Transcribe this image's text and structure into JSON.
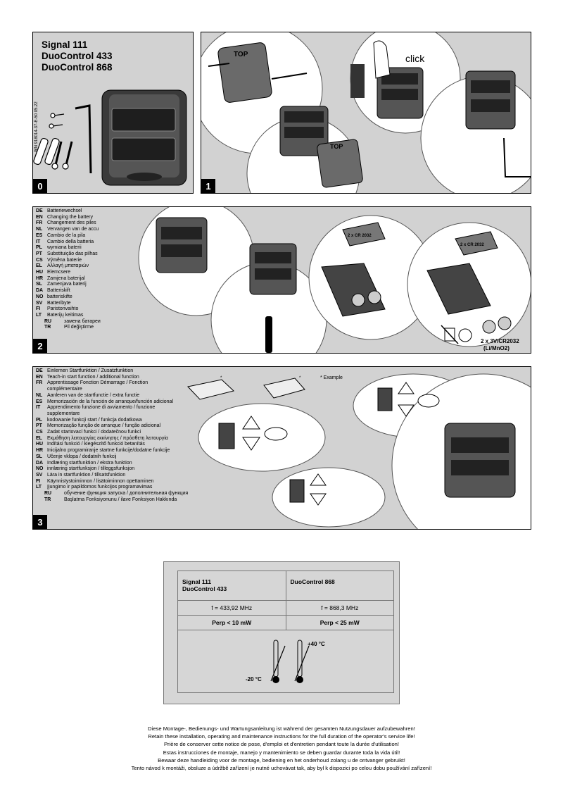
{
  "doc_code": "WN 918014-37-E-50 05.22",
  "models": [
    "Signal 111",
    "DuoControl 433",
    "DuoControl 868"
  ],
  "steps": [
    "0",
    "1",
    "2",
    "3"
  ],
  "labels": {
    "top": "TOP",
    "click": "click",
    "battery_label": "2 x CR 2032",
    "battery_spec": "2 x 3V/CR2032",
    "battery_chem": "(Li/MnO2)",
    "example": "* Example",
    "star": "*"
  },
  "section2_langs": [
    {
      "code": "DE",
      "text": "Batteriewechsel"
    },
    {
      "code": "EN",
      "text": "Changing the battery"
    },
    {
      "code": "FR",
      "text": "Changement des piles"
    },
    {
      "code": "NL",
      "text": "Vervangen van de accu"
    },
    {
      "code": "ES",
      "text": "Cambio de la pila"
    },
    {
      "code": "IT",
      "text": "Cambio della batteria"
    },
    {
      "code": "PL",
      "text": "wymiana baterii"
    },
    {
      "code": "PT",
      "text": "Substituição das pilhas"
    },
    {
      "code": "CS",
      "text": "Výměna baterie"
    },
    {
      "code": "EL",
      "text": "Αλλαγή μπαταριών"
    },
    {
      "code": "HU",
      "text": "Elemcsere"
    },
    {
      "code": "HR",
      "text": "Zamjena baterijal"
    },
    {
      "code": "SL",
      "text": "Zamenjava baterij"
    },
    {
      "code": "DA",
      "text": "Batteriskift"
    },
    {
      "code": "NO",
      "text": "batteriskifte"
    },
    {
      "code": "SV",
      "text": "Batteribyte"
    },
    {
      "code": "FI",
      "text": "Paristonvaihto"
    },
    {
      "code": "LT",
      "text": "Baterijų keitimas"
    },
    {
      "code": "RU",
      "text": "замена батареи"
    },
    {
      "code": "TR",
      "text": "Pil değiştirme"
    }
  ],
  "section3_langs": [
    {
      "code": "DE",
      "text": "Einlernen Startfunktion / Zusatzfunktion"
    },
    {
      "code": "EN",
      "text": "Teach-in start function / additional function"
    },
    {
      "code": "FR",
      "text": "Apprentissage Fonction Démarrage / Fonction"
    },
    {
      "code": "",
      "text": "complémentaire"
    },
    {
      "code": "NL",
      "text": "Aanleren van de startfunctie / extra functie"
    },
    {
      "code": "ES",
      "text": "Memorización de la función de arranque/función adicional"
    },
    {
      "code": "IT",
      "text": "Apprendimento funzione di avviamento / funzione"
    },
    {
      "code": "",
      "text": "supplementare"
    },
    {
      "code": "PL",
      "text": "kodowanie funkcji start / funkcja dodatkowa"
    },
    {
      "code": "PT",
      "text": "Memorização função de arranque / função adicional"
    },
    {
      "code": "CS",
      "text": "Zadat startovací funkci / dodatečnou funkci"
    },
    {
      "code": "EL",
      "text": "Εκμάθηση λειτουργίας εκκίνησης / πρόσθετη λειτουργία"
    },
    {
      "code": "HU",
      "text": "Indítási funkció / kiegészítő funkció betanítás"
    },
    {
      "code": "HR",
      "text": "Inicijalno programiranje startne funkcije/dodatne funkcije"
    },
    {
      "code": "SL",
      "text": "Učenje vklopa / dodatnih funkcij"
    },
    {
      "code": "DA",
      "text": "Indlæring startfunktion / ekstra funktion"
    },
    {
      "code": "NO",
      "text": "innlæring startfunksjon / tilleggsfunksjon"
    },
    {
      "code": "SV",
      "text": "Lära in startfunktion / tillsatsfunktion"
    },
    {
      "code": "FI",
      "text": "Käynnistystoiminnon / lisätoiminnon opettaminen"
    },
    {
      "code": "LT",
      "text": "Įjungimo ir papildomos funkcijos programavimas"
    },
    {
      "code": "RU",
      "text": "обучение функция запуска / дополнительная функция"
    },
    {
      "code": "TR",
      "text": "Başlatma Fonksiyonunu / ilave Fonksiyon Hakkında"
    }
  ],
  "spec_table": {
    "col1_title_1": "Signal 111",
    "col1_title_2": "DuoControl 433",
    "col2_title": "DuoControl 868",
    "freq_1": "f = 433,92 MHz",
    "freq_2": "f = 868,3 MHz",
    "power_1": "Perp < 10 mW",
    "power_2": "Perp < 25 mW",
    "temp_low": "-20 °C",
    "temp_high": "+40 °C"
  },
  "footer": [
    "Diese Montage-, Bedienungs- und Wartungsanleitung ist während der gesamten Nutzungsdauer aufzubewahren!",
    "Retain these installation, operating and maintenance instructions for the full duration of the operator's service life!",
    "Prière de conserver cette notice de pose, d'emploi et d'entretien pendant toute la durée d'utilisation!",
    "Estas instrucciones de montaje, manejo y mantenimiento se deben guardar durante toda la vida útil!",
    "Bewaar deze handleiding voor de montage, bediening en het onderhoud zolang u de ontvanger gebruikt!",
    "Tento návod k montáži, obsluze a údržbě zařízení je nutné uchovávat tak, aby byl k dispozici po celou dobu používání zařízení!"
  ]
}
